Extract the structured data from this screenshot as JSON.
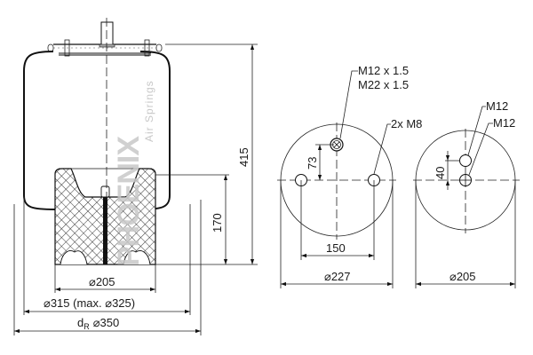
{
  "watermark": {
    "brand": "PHOENIX",
    "subtitle": "Air Springs"
  },
  "side_view": {
    "height_total": "415",
    "height_piston": "170",
    "piston_diameter": "⌀205",
    "bellows_diameter": "⌀315 (max. ⌀325)",
    "ring_diameter_prefix": "d",
    "ring_diameter_subscript": "R",
    "ring_diameter_value": "⌀350"
  },
  "top_plate_view": {
    "thread_label_1": "M12 x 1.5",
    "thread_label_2": "M22 x 1.5",
    "bolt_label": "2x M8",
    "offset_dim": "73",
    "bolt_spacing": "150",
    "plate_diameter": "⌀227"
  },
  "piston_base_view": {
    "bolt_label_1": "M12",
    "bolt_label_2": "M12",
    "bolt_spacing": "40",
    "base_diameter": "⌀205"
  },
  "colors": {
    "line": "#111111",
    "watermark": "#c8c8c8",
    "background": "#ffffff"
  }
}
